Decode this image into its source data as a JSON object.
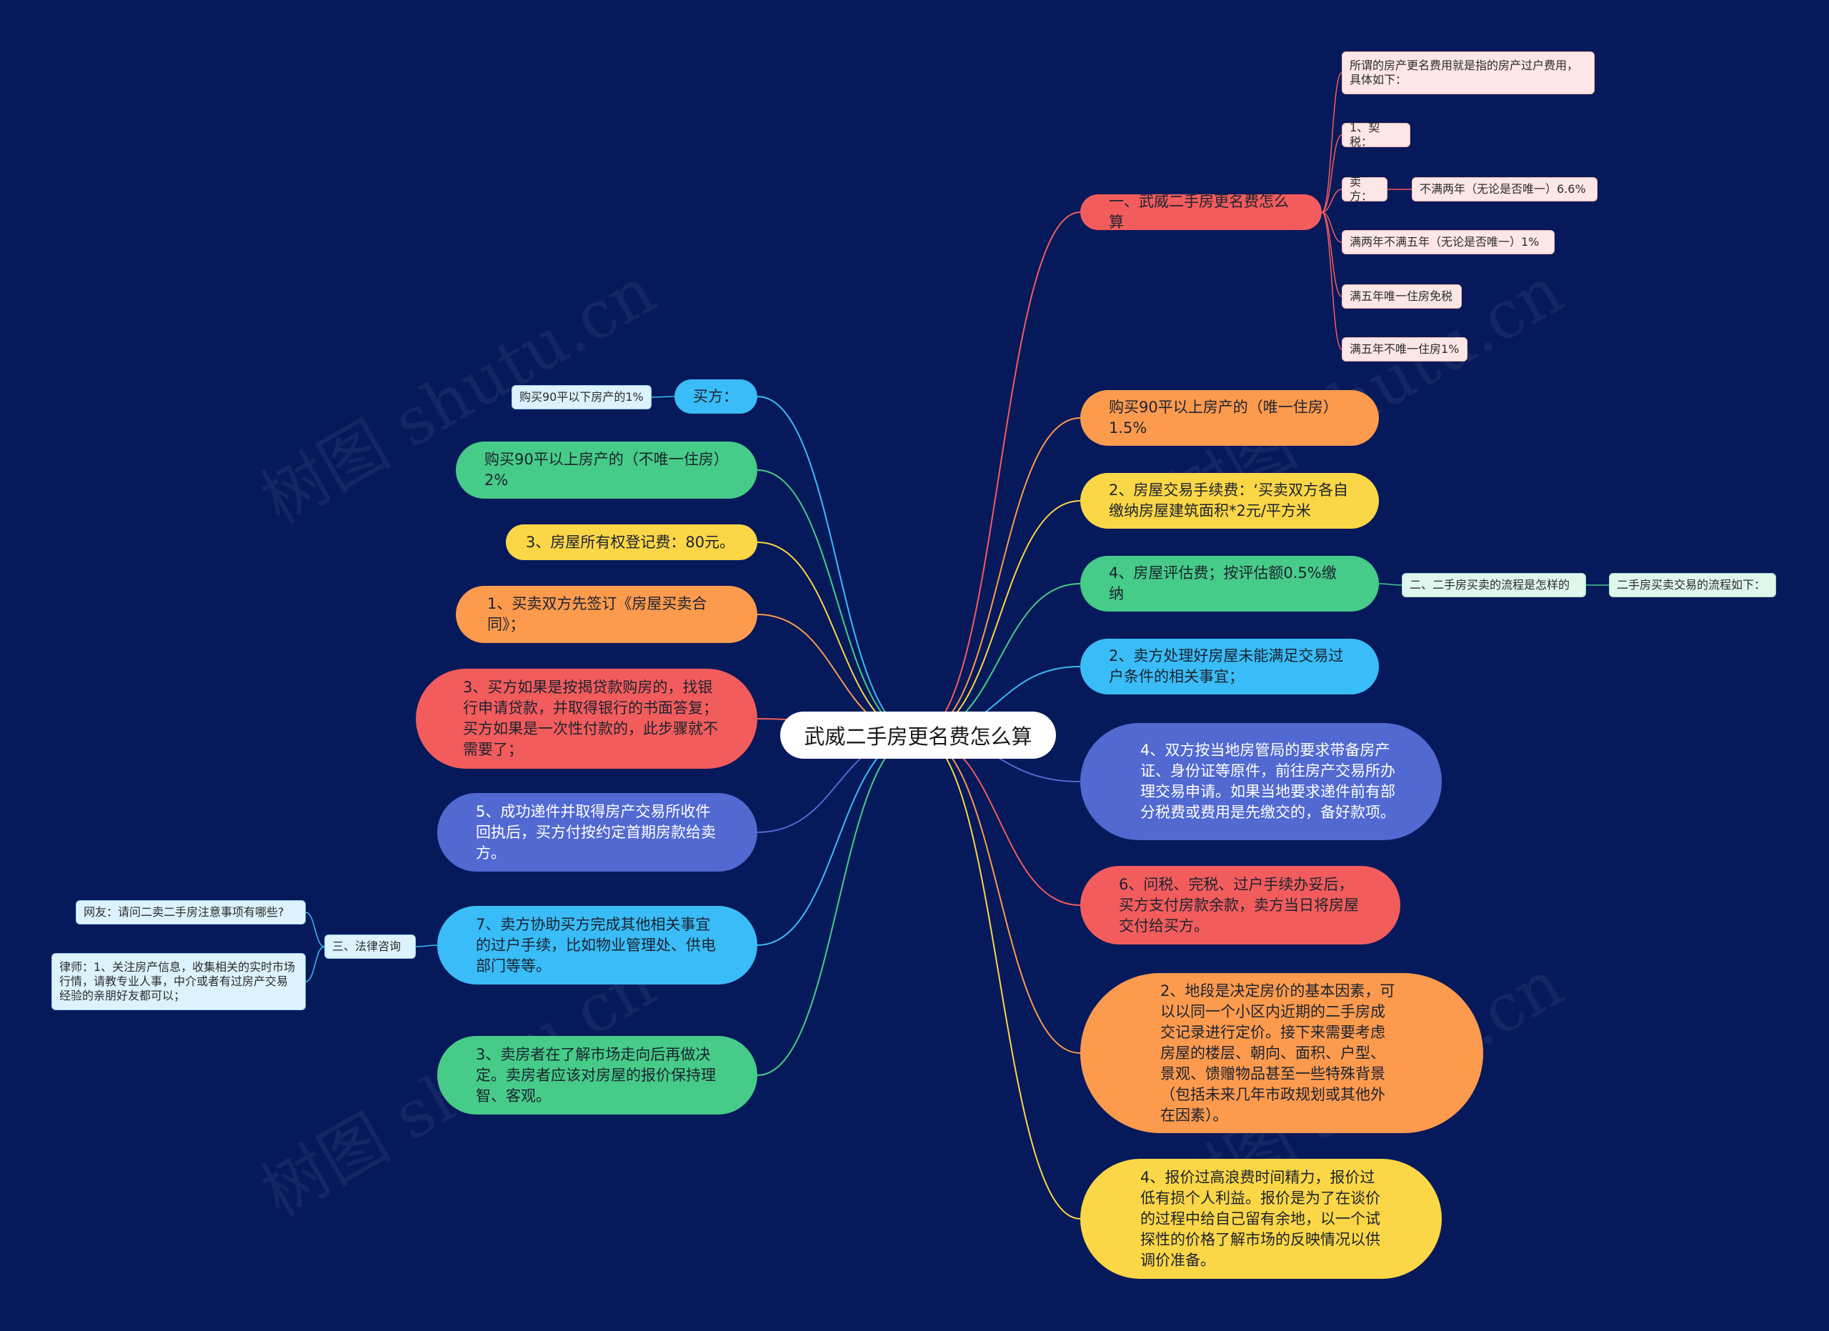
{
  "colors": {
    "background": "#06195a",
    "red": "#f25c5c",
    "orange": "#fc9a4e",
    "yellow": "#fbd646",
    "green": "#46cb88",
    "blue": "#39bcf7",
    "indigo": "#5169d1"
  },
  "root": {
    "label": "武威二手房更名费怎么算"
  },
  "right": {
    "r1": "一、武威二手房更名费怎么算",
    "r2": "购买90平以上房产的（唯一住房）1.5%",
    "r3": "2、房屋交易手续费：‘买卖双方各自缴纳房屋建筑面积*2元/平方米",
    "r4": "4、房屋评估费；按评估额0.5%缴纳",
    "r5": "2、卖方处理好房屋未能满足交易过户条件的相关事宜；",
    "r6": "4、双方按当地房管局的要求带备房产证、身份证等原件，前往房产交易所办理交易申请。如果当地要求递件前有部分税费或费用是先缴交的，备好款项。",
    "r7": "6、问税、完税、过户手续办妥后，买方支付房款余款，卖方当日将房屋交付给买方。",
    "r8": "2、地段是决定房价的基本因素，可以以同一个小区内近期的二手房成交记录进行定价。接下来需要考虑房屋的楼层、朝向、面积、户型、景观、馈赠物品甚至一些特殊背景（包括未来几年市政规划或其他外在因素）。",
    "r9": "4、报价过高浪费时间精力，报价过低有损个人利益。报价是为了在谈价的过程中给自己留有余地，以一个试探性的价格了解市场的反映情况以供调价准备。"
  },
  "left": {
    "l1": "买方：",
    "l2": "购买90平以上房产的（不唯一住房）2%",
    "l3": "3、房屋所有权登记费：80元。",
    "l4": "1、买卖双方先签订《房屋买卖合同》；",
    "l5": "3、买方如果是按揭贷款购房的，找银行申请贷款，并取得银行的书面答复； 买方如果是一次性付款的，此步骤就不需要了；",
    "l6": "5、成功递件并取得房产交易所收件回执后，买方付按约定首期房款给卖方。",
    "l7": "7、卖方协助买方完成其他相关事宜的过户手续，比如物业管理处、供电部门等等。",
    "l8": "3、卖房者在了解市场走向后再做决定。卖房者应该对房屋的报价保持理智、客观。"
  },
  "fee_details": {
    "intro": "所谓的房产更名费用就是指的房产过户费用，具体如下：",
    "deed_tax": "1、契税：",
    "seller": "卖方：",
    "under_two": "不满两年（无论是否唯一）6.6%",
    "two_to_five": "满两年不满五年（无论是否唯一）1%",
    "five_unique": "满五年唯一住房免税",
    "five_not_unique": "满五年不唯一住房1%"
  },
  "buyer_detail": "购买90平以下房产的1%",
  "process": {
    "question": "二、二手房买卖的流程是怎样的",
    "answer": "二手房买卖交易的流程如下："
  },
  "legal": {
    "title": "三、法律咨询",
    "question": "网友：请问二卖二手房注意事项有哪些?",
    "answer": "律师：1、关注房产信息，收集相关的实时市场行情，请教专业人事，中介或者有过房产交易经验的亲朋好友都可以；"
  },
  "watermark": "树图 shutu.cn"
}
